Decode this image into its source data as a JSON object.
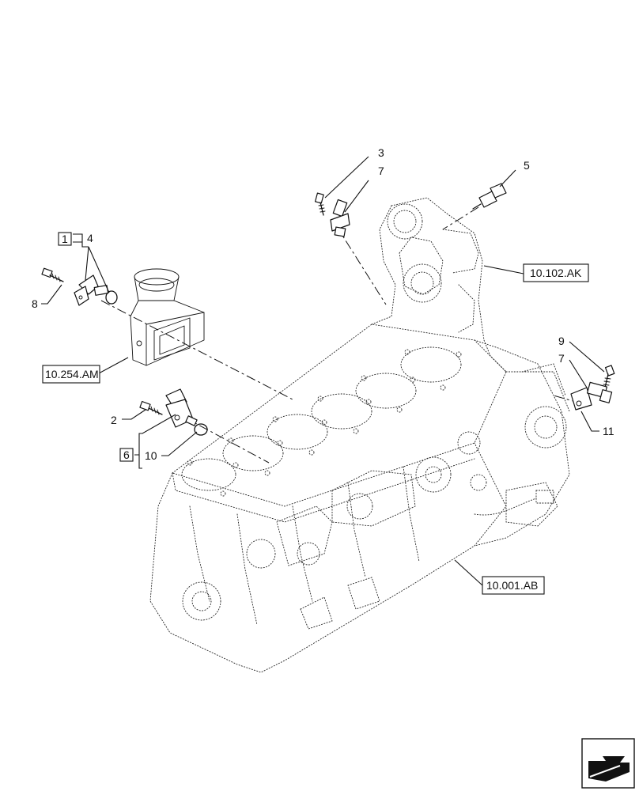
{
  "callouts": {
    "c1": "1",
    "c2": "2",
    "c3": "3",
    "c4": "4",
    "c5": "5",
    "c6": "6",
    "c7a": "7",
    "c7b": "7",
    "c8": "8",
    "c9": "9",
    "c10": "10",
    "c11": "11"
  },
  "references": {
    "cover": "10.102.AK",
    "flange": "10.254.AM",
    "block": "10.001.AB"
  },
  "icons": {
    "corner": "arrow-icon"
  }
}
